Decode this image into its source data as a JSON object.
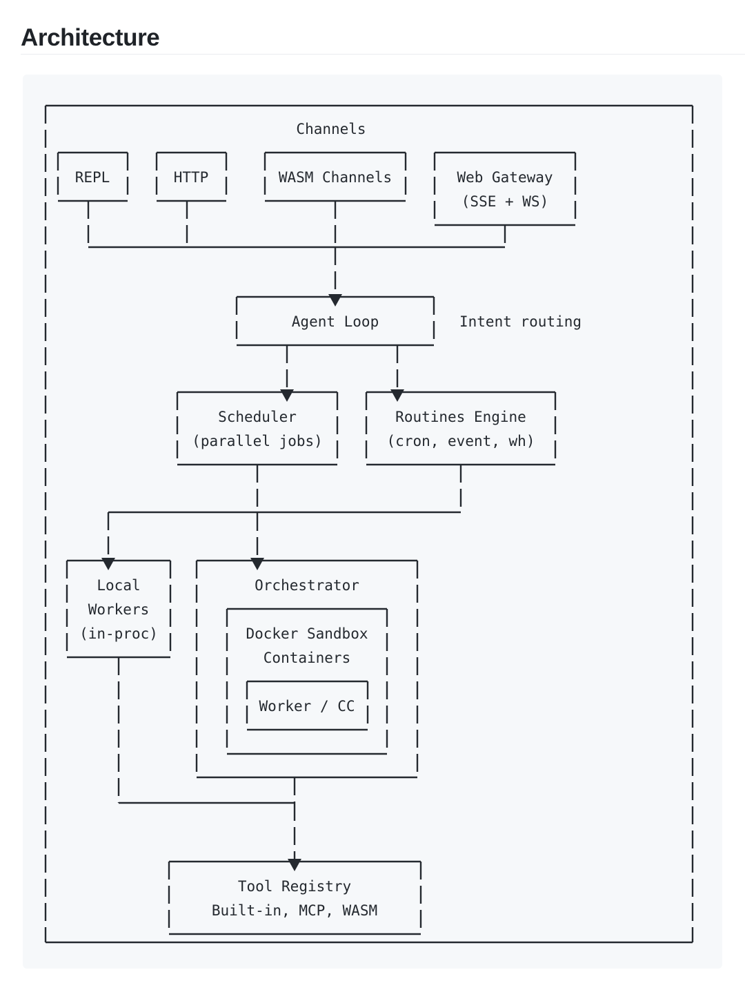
{
  "page": {
    "title": "Architecture",
    "background": "#ffffff",
    "text_color": "#24292f",
    "panel_background": "#f6f8fa",
    "rule_color": "#eaecef"
  },
  "diagram": {
    "type": "ascii-block-diagram",
    "container_label": "Channels",
    "nodes": [
      {
        "id": "channels",
        "label": "Channels",
        "kind": "group-title"
      },
      {
        "id": "repl",
        "label": "REPL",
        "kind": "box"
      },
      {
        "id": "http",
        "label": "HTTP",
        "kind": "box"
      },
      {
        "id": "wasm-channels",
        "label": "WASM Channels",
        "kind": "box"
      },
      {
        "id": "web-gateway",
        "label": "Web Gateway",
        "sublabel": "(SSE + WS)",
        "kind": "box"
      },
      {
        "id": "agent-loop",
        "label": "Agent Loop",
        "kind": "box"
      },
      {
        "id": "intent-routing",
        "label": "Intent routing",
        "kind": "annotation"
      },
      {
        "id": "scheduler",
        "label": "Scheduler",
        "sublabel": "(parallel jobs)",
        "kind": "box"
      },
      {
        "id": "routines-engine",
        "label": "Routines Engine",
        "sublabel": "(cron, event, wh)",
        "kind": "box"
      },
      {
        "id": "local-workers",
        "label": "Local",
        "sublabel": "Workers",
        "sublabel2": "(in-proc)",
        "kind": "box"
      },
      {
        "id": "orchestrator",
        "label": "Orchestrator",
        "kind": "box"
      },
      {
        "id": "docker-sandbox",
        "label": "Docker Sandbox",
        "sublabel": "Containers",
        "kind": "box"
      },
      {
        "id": "worker-cc",
        "label": "Worker / CC",
        "kind": "box"
      },
      {
        "id": "tool-registry",
        "label": "Tool Registry",
        "sublabel": "Built-in, MCP, WASM",
        "kind": "box"
      }
    ],
    "edges": [
      {
        "from": "repl",
        "to": "agent-loop"
      },
      {
        "from": "http",
        "to": "agent-loop"
      },
      {
        "from": "wasm-channels",
        "to": "agent-loop"
      },
      {
        "from": "web-gateway",
        "to": "agent-loop"
      },
      {
        "from": "agent-loop",
        "to": "scheduler"
      },
      {
        "from": "agent-loop",
        "to": "routines-engine"
      },
      {
        "from": "scheduler",
        "to": "orchestrator"
      },
      {
        "from": "routines-engine",
        "to": "local-workers"
      },
      {
        "from": "local-workers",
        "to": "tool-registry"
      },
      {
        "from": "orchestrator",
        "to": "tool-registry"
      }
    ],
    "art": "┌─────────────────────────────────────────────────────────────────────┐\n│                            Channels                                 │\n│  ┌──────┐  ┌──────┐  ┌───────────────┐  ┌───────────────┐           │\n│  │ REPL │  │ HTTP │  │ WASM Channels │  │ Web Gateway   │           │\n│  └──┬───┘  └──┬───┘  └───────┬───────┘  │ (SSE + WS)    │           │\n│     │         │              │          └───────┬───────┘           │\n│     └─────────┴──────────────┴──────────────────┘                   │\n│                              │                                      │\n│                              │                                      │\n│                     ┌────────▼────────┐   Intent routing            │\n│                     │   Agent Loop    │                             │\n│                     └────┬───────┬────┘                             │\n│                          │       │                                  │\n│                          │       │                                  │\n│              ┌───────────▼──┐ ┌──▼──────────────────┐               │\n│              │  Scheduler   │ │  Routines Engine    │               │\n│              │(parallel jobs)│ │(cron, event, wh)   │               │\n│              └──────┬───────┘ └──────────┬──────────┘               │\n│                     │                    │                         │\n│        ┌────────────┼────────────────────┘                         │\n│        │            │                                              │\n│        │            │                                              │\n│   ┌────▼─────┐  ┌───▼───────────────────────┐                      │\n│   │  Local   │  │      Orchestrator         │                      │\n│   │ Workers  │  │  ┌─────────────────────┐  │                      │\n│   │(in-proc) │  │  │  Docker Sandbox     │  │                      │\n│   └────┬─────┘  │  │     Containers      │  │                      │\n│        │        │  │  ┌───────────────┐  │  │                      │\n│        │        │  │  │  Worker / CC  │  │  │                      │\n│        │        │  │  └───────────────┘  │  │                      │\n│        │        │  └─────────────────────┘  │                      │\n│        │        └─────────────┬─────────────┘                      │\n│        └──────────────────────┤                                    │\n│                               │                                    │\n│                 ┌─────────────▼─────────────┐                      │\n│                 │      Tool Registry        │                      │\n│                 │   Built-in, MCP, WASM     │                      │\n│                 └───────────────────────────┘                      │\n└─────────────────────────────────────────────────────────────────────┘"
  }
}
